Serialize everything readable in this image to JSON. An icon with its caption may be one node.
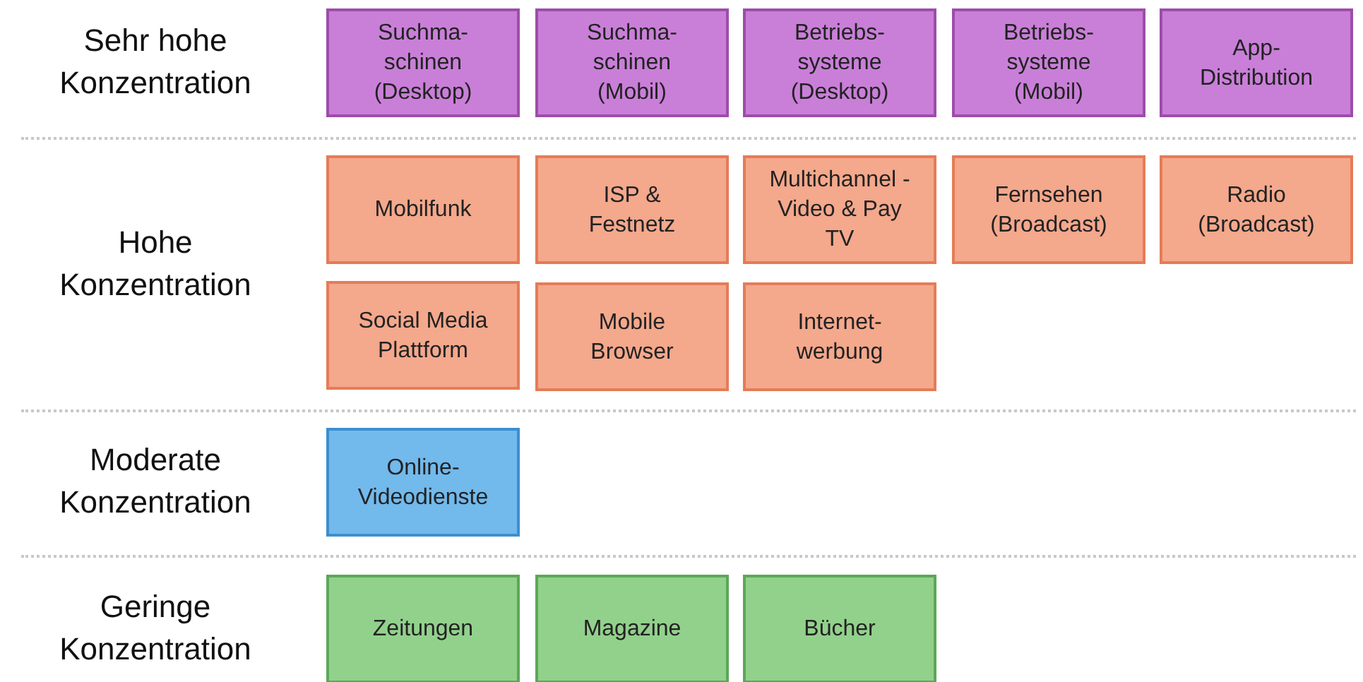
{
  "diagram": {
    "nodes": [
      {
        "text": [
          "Suchma- schinen (Desktop)"
        ]
      },
      {
        "text": [
          "Suchma- schinen (Mobil)"
        ]
      },
      {
        "text": [
          "Betriebs- systeme (Desktop)"
        ]
      },
      {
        "text": [
          "Betriebs- systeme (Mobil)"
        ]
      },
      {
        "text": [
          "App- Distribution"
        ]
      },
      {
        "text": [
          "Mobilfunk"
        ]
      },
      {
        "text": [
          "ISP & Festnetz"
        ]
      },
      {
        "text": [
          "Multichannel -Video & Pay TV"
        ]
      },
      {
        "text": [
          "Fernsehen (Broadcast)"
        ]
      },
      {
        "text": [
          "Radio (Broadcast)"
        ]
      },
      {
        "text": [
          "Social Media Plattform"
        ]
      },
      {
        "text": [
          "Mobile Browser"
        ]
      },
      {
        "text": [
          "Internet- werbung"
        ]
      },
      {
        "text": [
          "Online- Videodienste"
        ]
      },
      {
        "text": [
          "Zeitungen"
        ]
      },
      {
        "text": [
          "Magazine"
        ]
      },
      {
        "text": [
          "Bücher"
        ]
      }
    ],
    "labels": [
      "Sehr hohe Konzentration",
      "Hohe Konzentration",
      "Moderate Konzentration",
      "Geringe Konzentration"
    ]
  }
}
